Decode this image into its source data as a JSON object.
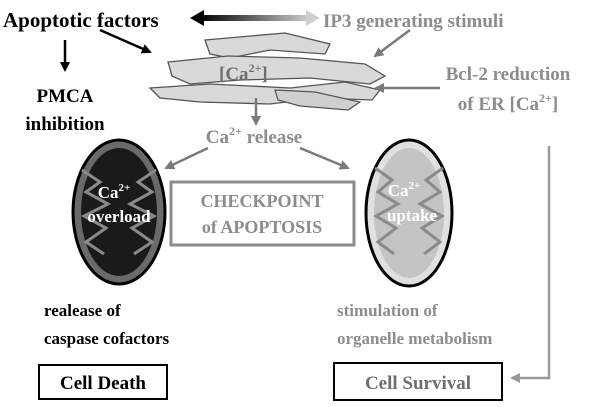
{
  "nodes": {
    "apoptotic_factors": "Apoptotic factors",
    "ip3_stimuli": "IP3 generating stimuli",
    "pmca_line1": "PMCA",
    "pmca_line2": "inhibition",
    "er_calcium_prefix": "[Ca",
    "er_calcium_sup": "2+",
    "er_calcium_suffix": "]",
    "bcl2_line1": "Bcl-2 reduction",
    "bcl2_line2_prefix": "of ER [Ca",
    "bcl2_line2_sup": "2+",
    "bcl2_line2_suffix": "]",
    "ca_release_prefix": "Ca",
    "ca_release_sup": "2+",
    "ca_release_suffix": " release",
    "checkpoint_line1": "CHECKPOINT",
    "checkpoint_line2": "of APOPTOSIS",
    "mito_left_line1_prefix": "Ca",
    "mito_left_line1_sup": "2+",
    "mito_left_line2": "overload",
    "mito_right_line1_prefix": "Ca",
    "mito_right_line1_sup": "2+",
    "mito_right_line2": "uptake",
    "release_line1": "realease of",
    "release_line2": "caspase cofactors",
    "stimulation_line1": "stimulation of",
    "stimulation_line2": "organelle metabolism",
    "cell_death": "Cell Death",
    "cell_survival": "Cell Survival"
  },
  "colors": {
    "black": "#000000",
    "gray_text": "#8c8c8c",
    "dark_gray_text": "#6f6f6f",
    "er_fill": "#d9d9d9",
    "left_mito_fill": "#1a1a1a",
    "right_mito_fill": "#c4c4c4"
  }
}
